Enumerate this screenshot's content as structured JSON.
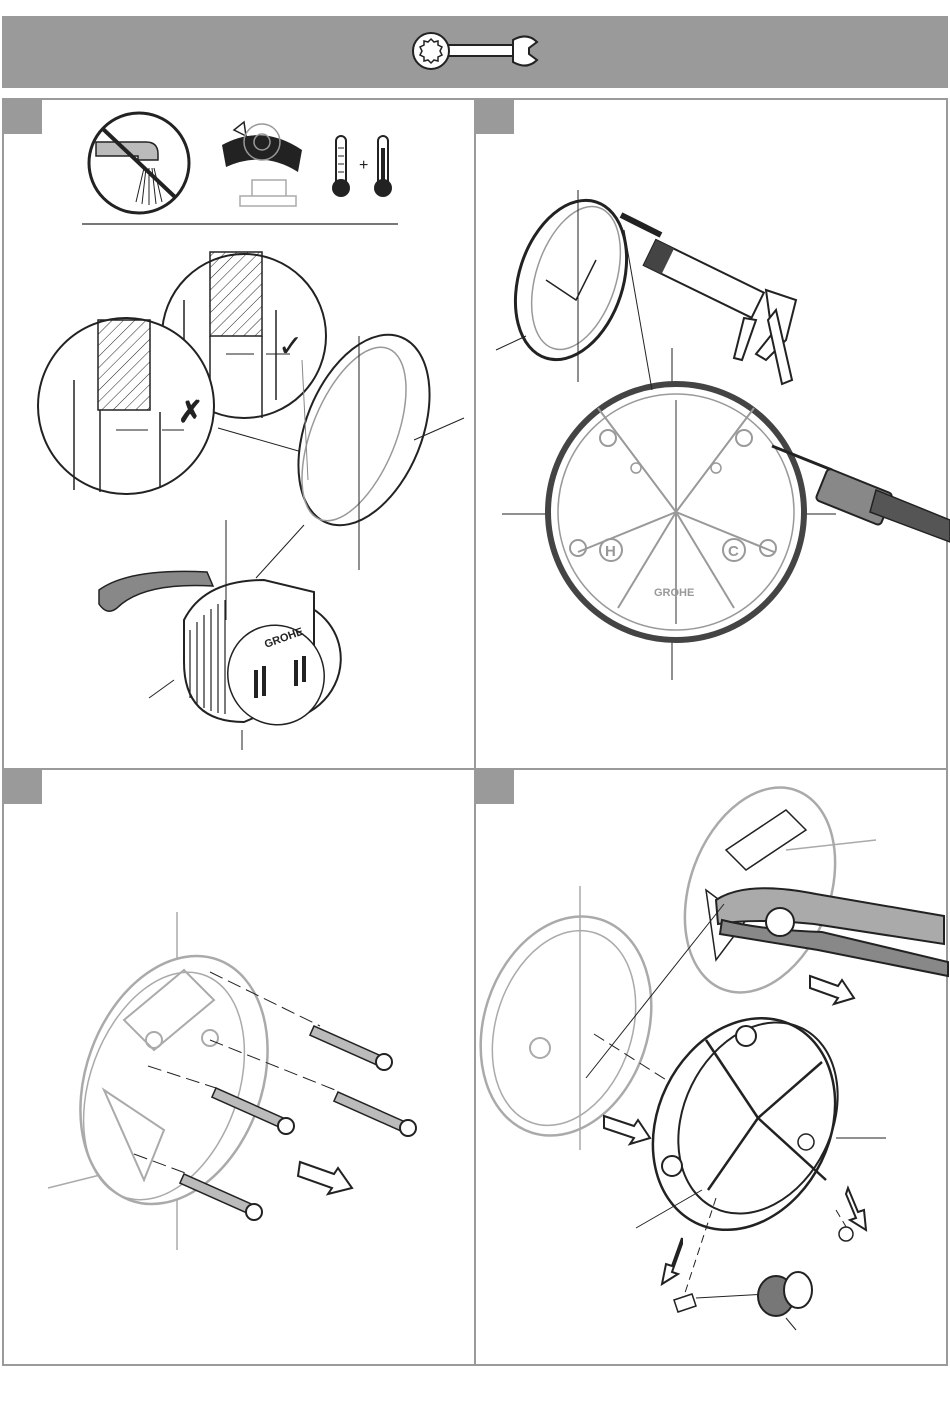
{
  "header": {
    "icon": "wrench-tool-icon"
  },
  "steps": [
    {
      "id": "step-1",
      "icons": [
        "no-running-water-icon",
        "shut-off-valve-icon",
        "thermometer-cold-icon",
        "thermometer-hot-icon"
      ],
      "plus": "+",
      "ok_mark": "✓",
      "wrong_mark": "✗",
      "brand": "GROHE"
    },
    {
      "id": "step-2",
      "icons": [
        "sealant-gun-icon"
      ],
      "brand": "GROHE",
      "hot_label": "H",
      "cold_label": "C"
    },
    {
      "id": "step-3",
      "icons": [
        "screw-icon",
        "direction-arrow-icon"
      ]
    },
    {
      "id": "step-4",
      "icons": [
        "pliers-icon",
        "direction-arrow-icon",
        "plug-icon"
      ]
    }
  ],
  "colors": {
    "bar": "#9a9a9a",
    "line": "#222222",
    "light_line": "#aaaaaa"
  }
}
